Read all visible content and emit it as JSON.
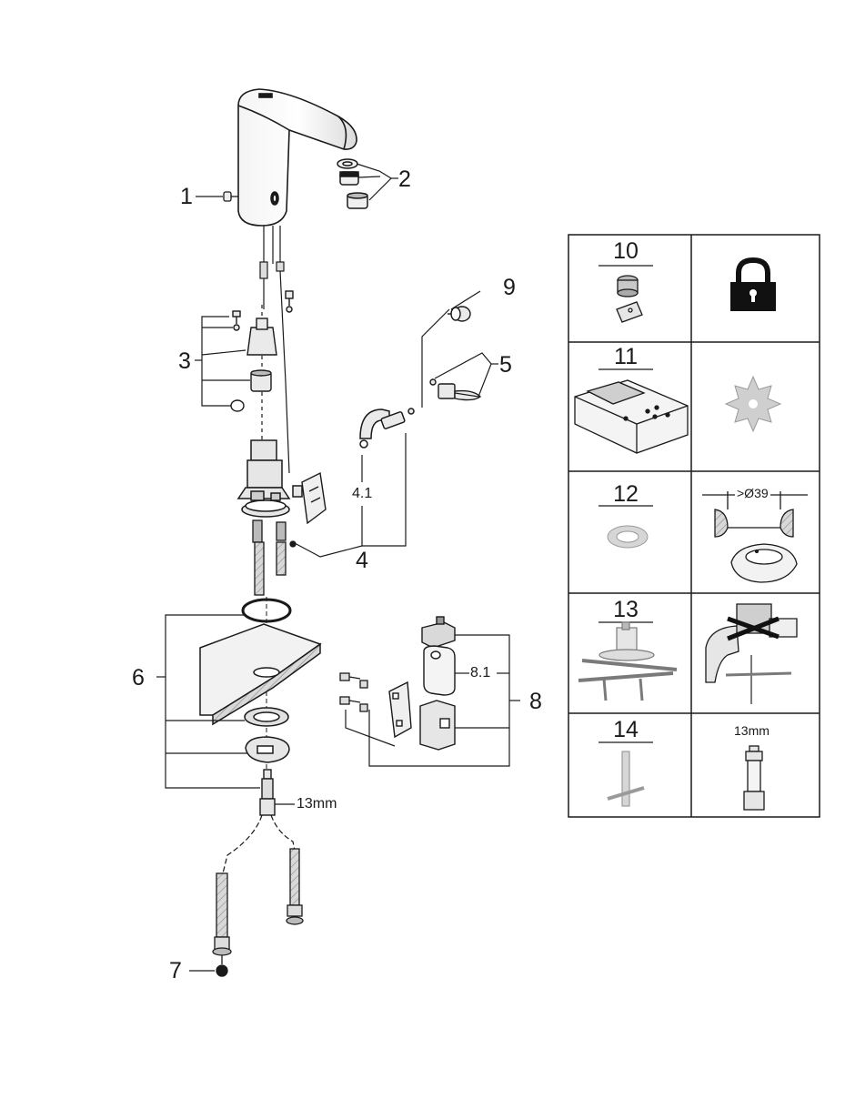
{
  "callouts": {
    "c1": "1",
    "c2": "2",
    "c3": "3",
    "c4": "4",
    "c41": "4.1",
    "c5": "5",
    "c6": "6",
    "c7": "7",
    "c8": "8",
    "c81": "8.1",
    "c9": "9",
    "wrench_size": "13mm"
  },
  "panel": {
    "c10": "10",
    "c11": "11",
    "c12": "12",
    "c13": "13",
    "c14": "14",
    "hole_dim": ">Ø39",
    "wrench_size": "13mm"
  },
  "colors": {
    "line": "#1a1a1a",
    "chrome": "#e6e6e6",
    "shade": "#9a9a9a",
    "part_gray": "#cfcfcf"
  }
}
